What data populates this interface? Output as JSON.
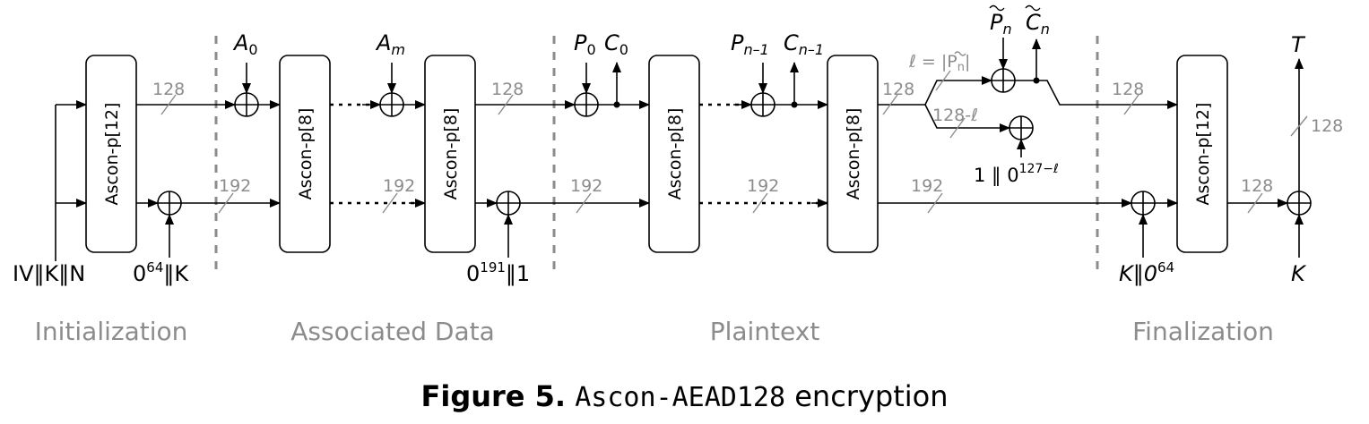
{
  "blocks": {
    "p12": "Ascon-p[12]",
    "p8": "Ascon-p[8]"
  },
  "inputs": {
    "iv_k_n": "IV‖K‖N",
    "zero64_k": "0",
    "zero64_k_sup": "64",
    "zero64_k_tail": "‖K",
    "a0": "A",
    "a0_sub": "0",
    "am": "A",
    "am_sub": "m",
    "zero191": "0",
    "zero191_sup": "191",
    "zero191_tail": "‖1",
    "p0": "P",
    "p0_sub": "0",
    "c0": "C",
    "c0_sub": "0",
    "pn1": "P",
    "pn1_sub": "n–1",
    "cn1": "C",
    "cn1_sub": "n–1",
    "pn": "P",
    "pn_sub": "n",
    "cn": "C",
    "cn_sub": "n",
    "ell_eq": "ℓ = |P",
    "ell_sub": "n",
    "ell_close": "|",
    "pad": "1 ‖ 0",
    "pad_sup": "127−ℓ",
    "k_zero64": "K‖0",
    "k_zero64_sup": "64",
    "k": "K",
    "t": "T"
  },
  "widths": {
    "w128": "128",
    "w192": "192",
    "w128_minus_l": "128-ℓ"
  },
  "phases": {
    "init": "Initialization",
    "ad": "Associated Data",
    "pt": "Plaintext",
    "fin": "Finalization"
  },
  "caption": {
    "fig": "Figure 5.",
    "mono": "Ascon-AEAD128",
    "rest": "encryption"
  }
}
